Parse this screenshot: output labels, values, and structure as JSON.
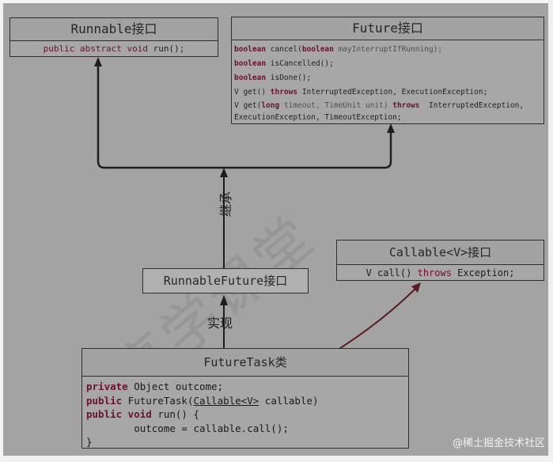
{
  "watermark": "享学课堂",
  "credit": "@稀土掘金技术社区",
  "runnable": {
    "title": "Runnable接口",
    "method": [
      "public abstract void",
      " run();"
    ]
  },
  "future": {
    "title": "Future接口",
    "methods": [
      [
        "boolean",
        " cancel(",
        "boolean",
        " mayInterruptIfRunning);"
      ],
      [
        "boolean",
        " isCancelled();"
      ],
      [
        "boolean",
        " isDone();"
      ],
      [
        "V get() ",
        "throws",
        " InterruptedException, ExecutionException;"
      ],
      [
        "V get(",
        "long",
        " timeout, TimeUnit unit) ",
        "throws",
        "  InterruptedException,"
      ],
      [
        "ExecutionException, TimeoutException;"
      ]
    ]
  },
  "callable": {
    "title": "Callable<V>接口",
    "method": [
      "V call() ",
      "throws",
      " Exception;"
    ]
  },
  "runnable_future": {
    "title": "RunnableFuture接口"
  },
  "future_task": {
    "title": "FutureTask类",
    "lines": {
      "l1_kw": "private",
      "l1_rest": " Object outcome;",
      "l2_kw": "public",
      "l2_a": " FutureTask(",
      "l2_ul": "Callable<V>",
      "l2_b": " callable)",
      "l3_kw1": "public",
      "l3_kw2": " void",
      "l3_rest": " run() {",
      "l4": "        outcome = callable.call();",
      "l5": "}"
    }
  },
  "labels": {
    "extends": "继承",
    "implements": "实现"
  }
}
